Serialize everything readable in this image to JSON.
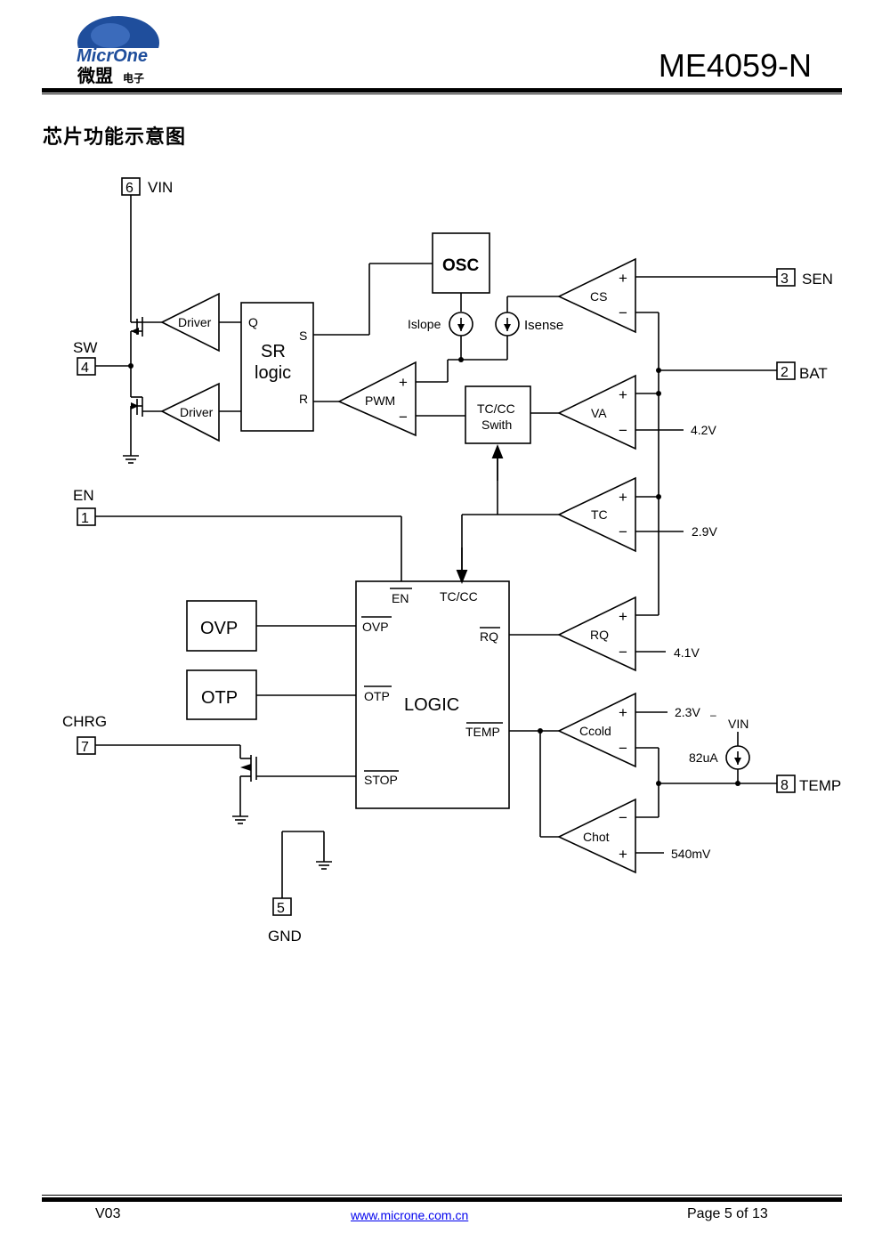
{
  "header": {
    "logo_text_en": "MicrOne",
    "logo_text_cn": "微盟",
    "logo_text_cn_small": "电子",
    "doc_title": "ME4059-N"
  },
  "section_title": "芯片功能示意图",
  "diagram": {
    "pins": [
      {
        "num": "6",
        "label": "VIN"
      },
      {
        "num": "4",
        "label": "SW"
      },
      {
        "num": "1",
        "label": "EN"
      },
      {
        "num": "7",
        "label": "CHRG"
      },
      {
        "num": "5",
        "label": "GND"
      },
      {
        "num": "3",
        "label": "SEN"
      },
      {
        "num": "2",
        "label": "BAT"
      },
      {
        "num": "8",
        "label": "TEMP"
      }
    ],
    "blocks": {
      "driver_top": "Driver",
      "driver_bottom": "Driver",
      "sr_q": "Q",
      "sr_s": "S",
      "sr_r": "R",
      "sr_line1": "SR",
      "sr_line2": "logic",
      "osc": "OSC",
      "islope": "Islope",
      "isense": "Isense",
      "pwm": "PWM",
      "tccc_line1": "TC/CC",
      "tccc_line2": "Swith",
      "ovp": "OVP",
      "otp": "OTP",
      "logic": "LOGIC",
      "logic_en": "EN",
      "logic_tccc": "TC/CC",
      "logic_ovp": "OVP",
      "logic_otp": "OTP",
      "logic_stop": "STOP",
      "logic_rq": "RQ",
      "logic_temp": "TEMP"
    },
    "comparators": {
      "cs": "CS",
      "va": "VA",
      "tc": "TC",
      "rq": "RQ",
      "ccold": "Ccold",
      "chot": "Chot",
      "plus": "+",
      "minus": "−"
    },
    "references": {
      "va_ref": "4.2V",
      "tc_ref": "2.9V",
      "rq_ref": "4.1V",
      "ccold_ref": "2.3V",
      "chot_ref": "540mV",
      "temp_src": "82uA",
      "temp_src_supply": "VIN",
      "dash": "–"
    }
  },
  "footer": {
    "version": "V03",
    "url": "www.microne.com.cn",
    "page": "Page 5 of 13"
  }
}
